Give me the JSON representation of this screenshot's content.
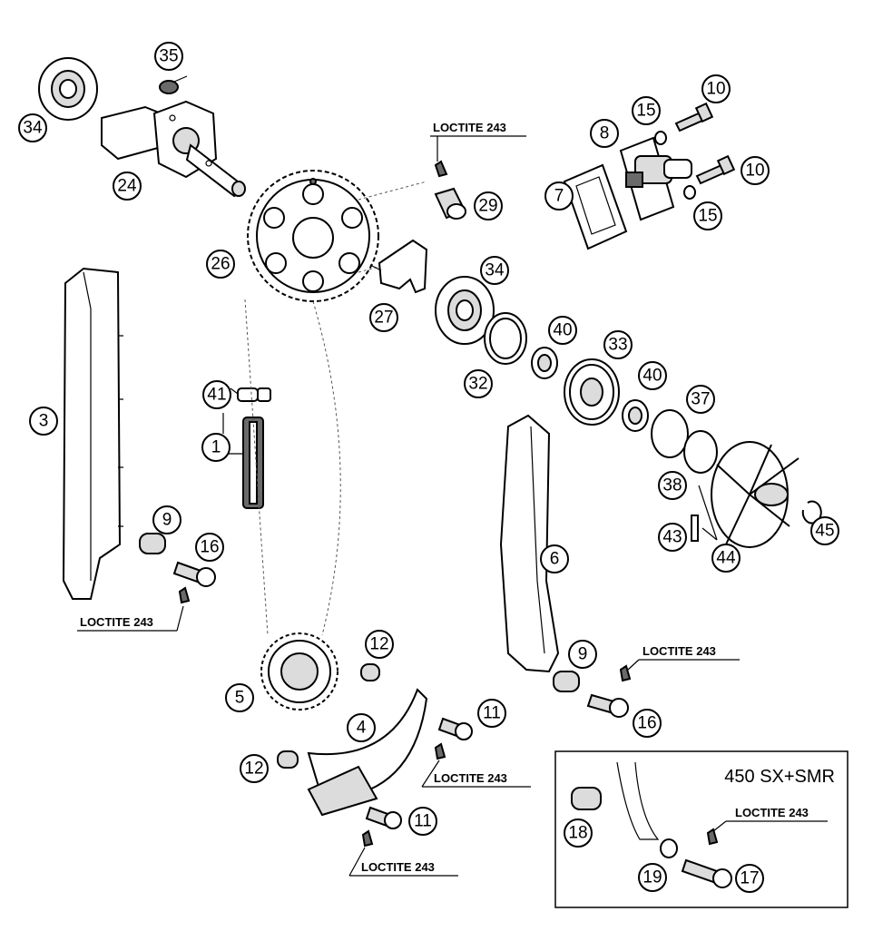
{
  "diagram": {
    "callouts": [
      "35",
      "34",
      "24",
      "10",
      "15",
      "8",
      "7",
      "10",
      "15",
      "29",
      "26",
      "34",
      "27",
      "3",
      "41",
      "1",
      "40",
      "33",
      "32",
      "40",
      "37",
      "38",
      "43",
      "44",
      "45",
      "6",
      "9",
      "16",
      "12",
      "5",
      "4",
      "11",
      "12",
      "11",
      "9",
      "16",
      "18",
      "19",
      "17"
    ],
    "loctite_label": "LOCTITE 243",
    "variant_box_title": "450 SX+SMR"
  }
}
